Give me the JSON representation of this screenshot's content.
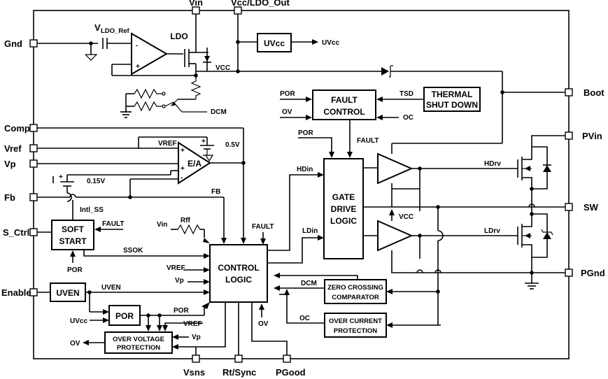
{
  "pins": {
    "gnd": "Gnd",
    "comp": "Comp",
    "vref": "Vref",
    "vp": "Vp",
    "fb": "Fb",
    "s_ctrl": "S_Ctrl",
    "enable": "Enable",
    "vin": "Vin",
    "vcc_ldo_out": "Vcc/LDO_Out",
    "boot": "Boot",
    "pvin": "PVin",
    "sw": "SW",
    "pgnd": "PGnd",
    "vsns": "Vsns",
    "rt_sync": "Rt/Sync",
    "pgood": "PGood"
  },
  "blocks": {
    "ldo": "LDO",
    "uvcc": "UVcc",
    "fault_control": [
      "FAULT",
      "CONTROL"
    ],
    "thermal_shutdown": [
      "THERMAL",
      "SHUT DOWN"
    ],
    "ea": "E/A",
    "soft_start": [
      "SOFT",
      "START"
    ],
    "gate_drive_logic": [
      "GATE",
      "DRIVE",
      "LOGIC"
    ],
    "control_logic": [
      "CONTROL",
      "LOGIC"
    ],
    "uven": "UVEN",
    "por": "POR",
    "zero_crossing": [
      "ZERO CROSSING",
      "COMPARATOR"
    ],
    "over_current": [
      "OVER CURRENT",
      "PROTECTION"
    ],
    "over_voltage": [
      "OVER VOLTAGE",
      "PROTECTION"
    ]
  },
  "signals": {
    "vldo_ref_main": "V",
    "vldo_ref_sub": "LDO_Ref",
    "uvcc_out": "UVcc",
    "vcc_ldo": "VCC",
    "dcm_ldo": "DCM",
    "por_fc": "POR",
    "ov_fc": "OV",
    "tsd": "TSD",
    "oc_fc": "OC",
    "por_gd": "POR",
    "fault_gd": "FAULT",
    "vref_ea": "VREF",
    "v05": "0.5V",
    "v015": "0.15V",
    "fb_line": "FB",
    "intl_ss": "Intl_SS",
    "fault_ss": "FAULT",
    "por_ss": "POR",
    "ssok": "SSOK",
    "vin_rff": "Vin",
    "rff": "Rff",
    "fault_cl": "FAULT",
    "vref_cl": "VREF",
    "vp_cl": "Vp",
    "uven_sig": "UVEN",
    "uvcc_por": "UVcc",
    "por_cl": "POR",
    "vref_ovp": "VREF",
    "vp_ovp": "Vp",
    "ov_out": "OV",
    "ov_cl": "OV",
    "dcm_zc": "DCM",
    "oc_cl": "OC",
    "hdin": "HDin",
    "ldin": "LDin",
    "vcc_gd": "VCC",
    "hdrv": "HDrv",
    "ldrv": "LDrv"
  }
}
